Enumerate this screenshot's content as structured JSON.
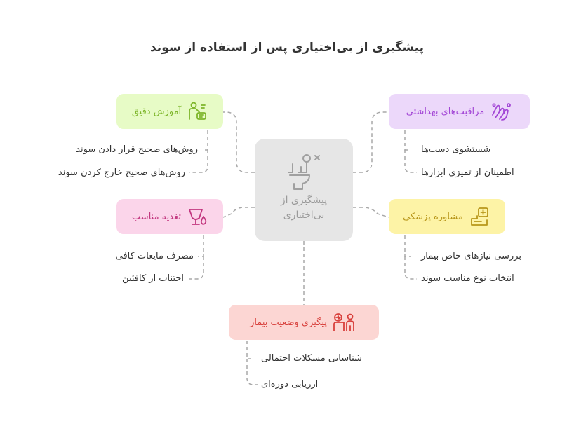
{
  "title": "پیشگیری از بی‌اختیاری پس از استفاده از سوند",
  "center": {
    "label_line1": "پیشگیری از",
    "label_line2": "بی‌اختیاری",
    "icon": "person-on-toilet-icon"
  },
  "categories": {
    "education": {
      "label": "آموزش دقیق",
      "icon": "teacher-icon",
      "color": "#7db62a",
      "bg": "#e7fbc6",
      "items": [
        "روش‌های صحیح قرار دادن سوند",
        "روش‌های صحیح خارج کردن سوند"
      ]
    },
    "nutrition": {
      "label": "تغذیه مناسب",
      "icon": "cup-drop-icon",
      "color": "#c2367f",
      "bg": "#fbd5ea",
      "items": [
        "مصرف مایعات کافی",
        "اجتناب از کافئین"
      ]
    },
    "hygiene": {
      "label": "مراقبت‌های بهداشتی",
      "icon": "hand-wash-icon",
      "color": "#a347d6",
      "bg": "#ecd8fa",
      "items": [
        "شستشوی دست‌ها",
        "اطمینان از تمیزی ابزارها"
      ]
    },
    "consult": {
      "label": "مشاوره پزشکی",
      "icon": "medical-clipboard-icon",
      "color": "#b8961a",
      "bg": "#fdf3a6",
      "items": [
        "بررسی نیازهای خاص بیمار",
        "انتخاب نوع مناسب سوند"
      ]
    },
    "followup": {
      "label": "پیگیری وضعیت بیمار",
      "icon": "patient-monitor-icon",
      "color": "#d8403c",
      "bg": "#fcd6d3",
      "items": [
        "شناسایی مشکلات احتمالی",
        "ارزیابی دوره‌ای"
      ]
    }
  },
  "colors": {
    "connector": "#a8a8a8",
    "center_bg": "#e6e6e6",
    "center_text": "#9a9a9a"
  }
}
